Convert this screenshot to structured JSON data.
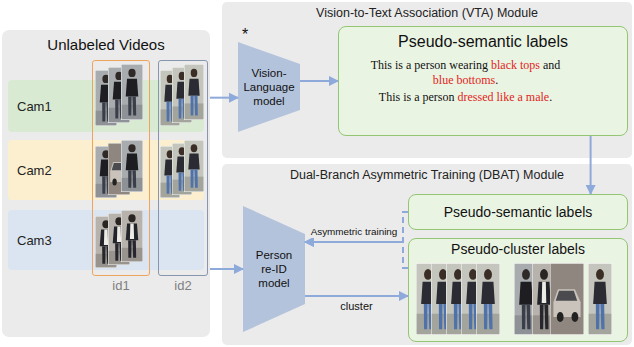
{
  "diagram": {
    "nodes": [
      {
        "text": [
          "Unlabeled Videos"
        ]
      },
      {
        "text": [
          "Cam1"
        ],
        "in": 0
      },
      {
        "text": [
          "Cam2"
        ],
        "in": 0
      },
      {
        "text": [
          "Cam3"
        ],
        "in": 0
      },
      {
        "text": [
          "id1"
        ],
        "in": 0
      },
      {
        "text": [
          "id2"
        ],
        "in": 0
      },
      {
        "text": [
          "Vision-to-Text Association (VTA) Module"
        ]
      },
      {
        "text": [
          "*",
          "Vision-Language model"
        ],
        "in": 6
      },
      {
        "text": [
          "Pseudo-semantic labels",
          "This is a person wearing black tops and blue bottoms.",
          "This is a person dressed like a male."
        ],
        "in": 6
      },
      {
        "text": [
          "Dual-Branch Asymmetric Training (DBAT) Module"
        ]
      },
      {
        "text": [
          "Person re-ID model"
        ],
        "in": 9
      },
      {
        "text": [
          "Pseudo-semantic labels"
        ],
        "in": 9
      },
      {
        "text": [
          "Pseudo-cluster labels"
        ],
        "in": 9
      }
    ],
    "edges": [
      {
        "from": 0,
        "to": 7,
        "arrow": "to"
      },
      {
        "from": 0,
        "to": 10,
        "arrow": "to"
      },
      {
        "from": 7,
        "to": 8,
        "arrow": "to"
      },
      {
        "from": 8,
        "to": 11,
        "arrow": "to"
      },
      {
        "from": 10,
        "to": 12,
        "label": "cluster",
        "arrow": "to"
      },
      {
        "from": 11,
        "to": 10,
        "label": "Asymmetric training",
        "arrow": "to"
      },
      {
        "from": 12,
        "to": 10,
        "arrow": "to"
      }
    ]
  }
}
